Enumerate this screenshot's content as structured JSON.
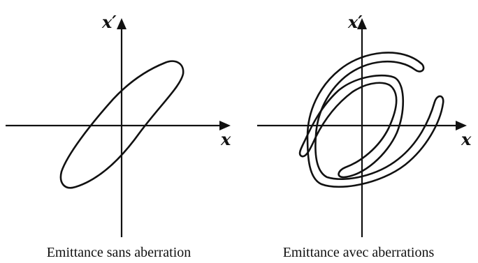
{
  "panels": [
    {
      "id": "left",
      "x_axis_label": "x",
      "y_axis_label": "x′",
      "caption": "Emittance sans aberration"
    },
    {
      "id": "right",
      "x_axis_label": "x",
      "y_axis_label": "x′",
      "caption": "Emittance avec aberrations"
    }
  ]
}
